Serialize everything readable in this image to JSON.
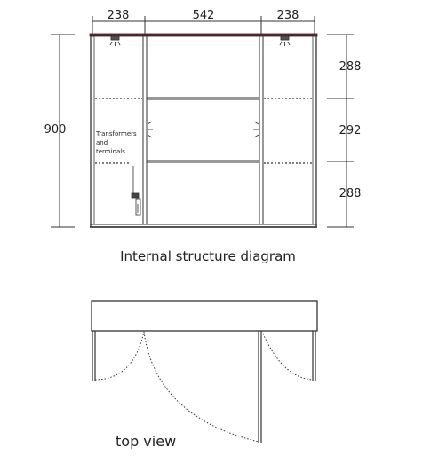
{
  "front": {
    "dims_top": [
      "238",
      "542",
      "238"
    ],
    "dim_height": "900",
    "dims_right": [
      "288",
      "292",
      "288"
    ],
    "annotation": [
      "Transformers",
      "and",
      "terminals"
    ]
  },
  "captions": {
    "structure": "Internal structure diagram",
    "top_view": "top view"
  }
}
